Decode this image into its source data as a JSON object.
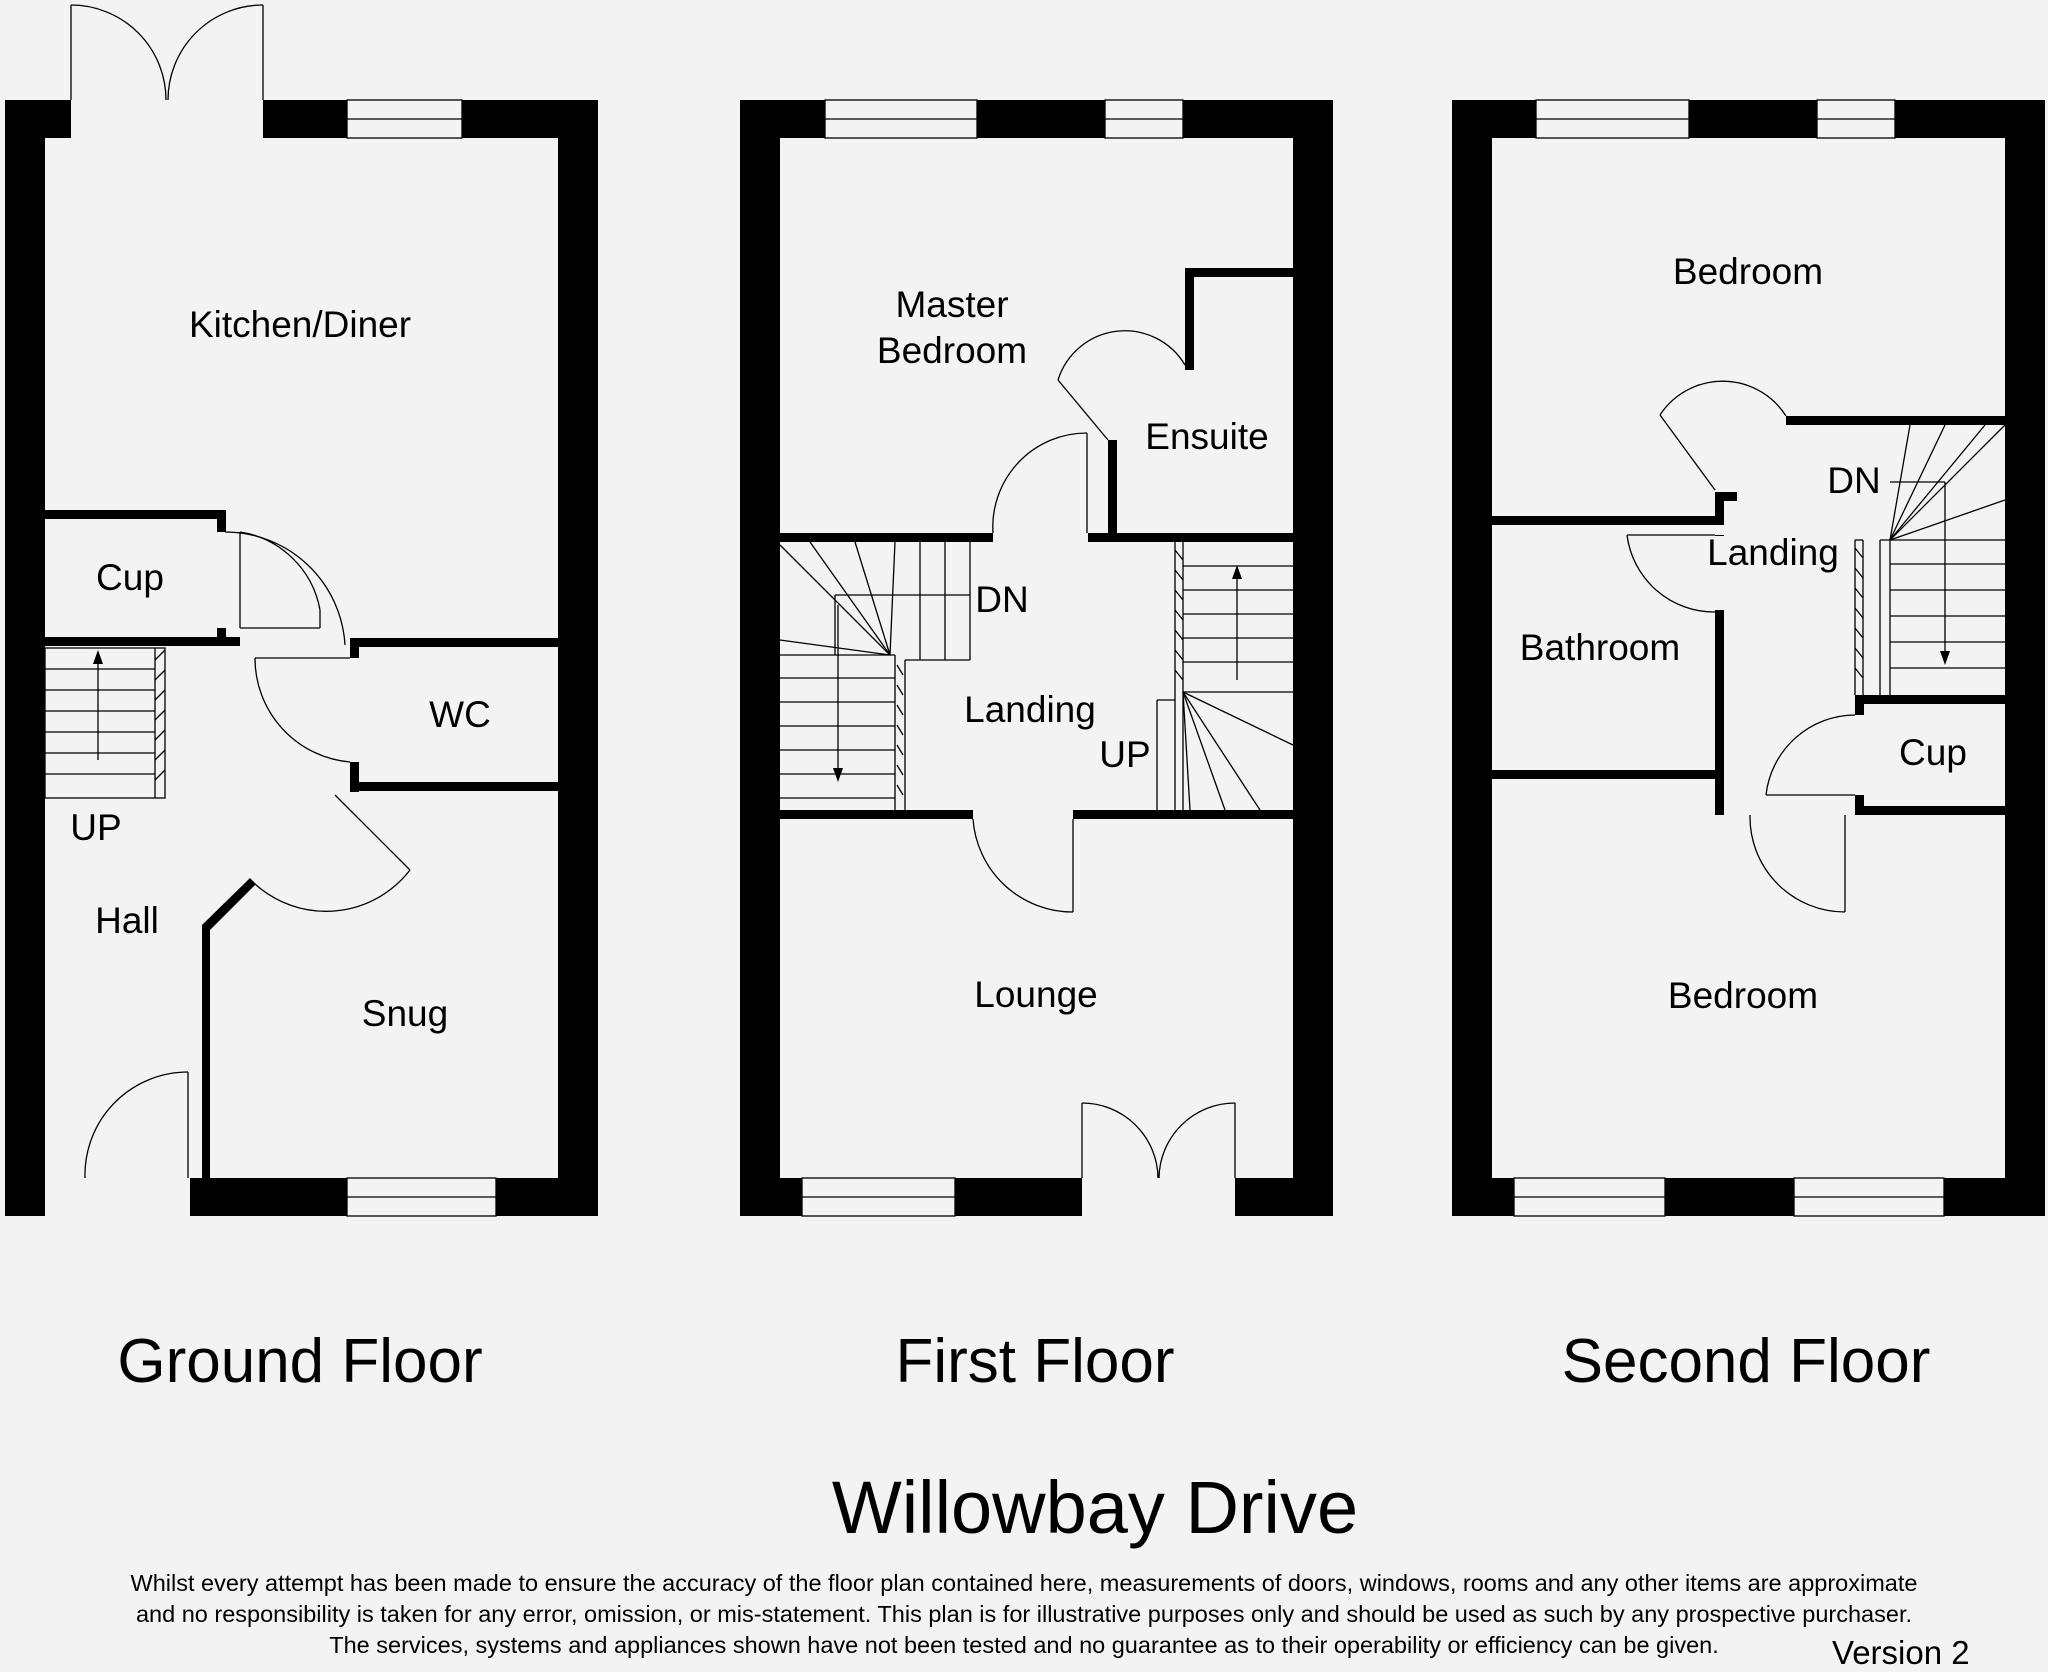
{
  "title": "Willowbay Drive",
  "floors": {
    "ground": {
      "label": "Ground Floor",
      "rooms": {
        "kitchen": "Kitchen/Diner",
        "cup": "Cup",
        "wc": "WC",
        "up": "UP",
        "hall": "Hall",
        "snug": "Snug"
      }
    },
    "first": {
      "label": "First Floor",
      "rooms": {
        "master_line1": "Master",
        "master_line2": "Bedroom",
        "ensuite": "Ensuite",
        "dn": "DN",
        "landing": "Landing",
        "up": "UP",
        "lounge": "Lounge"
      }
    },
    "second": {
      "label": "Second Floor",
      "rooms": {
        "bedroom_top": "Bedroom",
        "dn": "DN",
        "landing": "Landing",
        "bathroom": "Bathroom",
        "cup": "Cup",
        "bedroom_bottom": "Bedroom"
      }
    }
  },
  "disclaimer": {
    "line1": "Whilst every attempt has been made to ensure the accuracy of the floor plan contained here, measurements of doors, windows, rooms and any other items are approximate",
    "line2": "and no responsibility is taken for any error, omission, or mis-statement. This plan is for illustrative purposes only and should be used as such by any prospective purchaser.",
    "line3": "The services, systems and appliances shown have not been tested and no guarantee as to their operability or efficiency can be given."
  },
  "version": "Version 2",
  "colors": {
    "background": "#f3f3f3",
    "walls": "#000000"
  }
}
